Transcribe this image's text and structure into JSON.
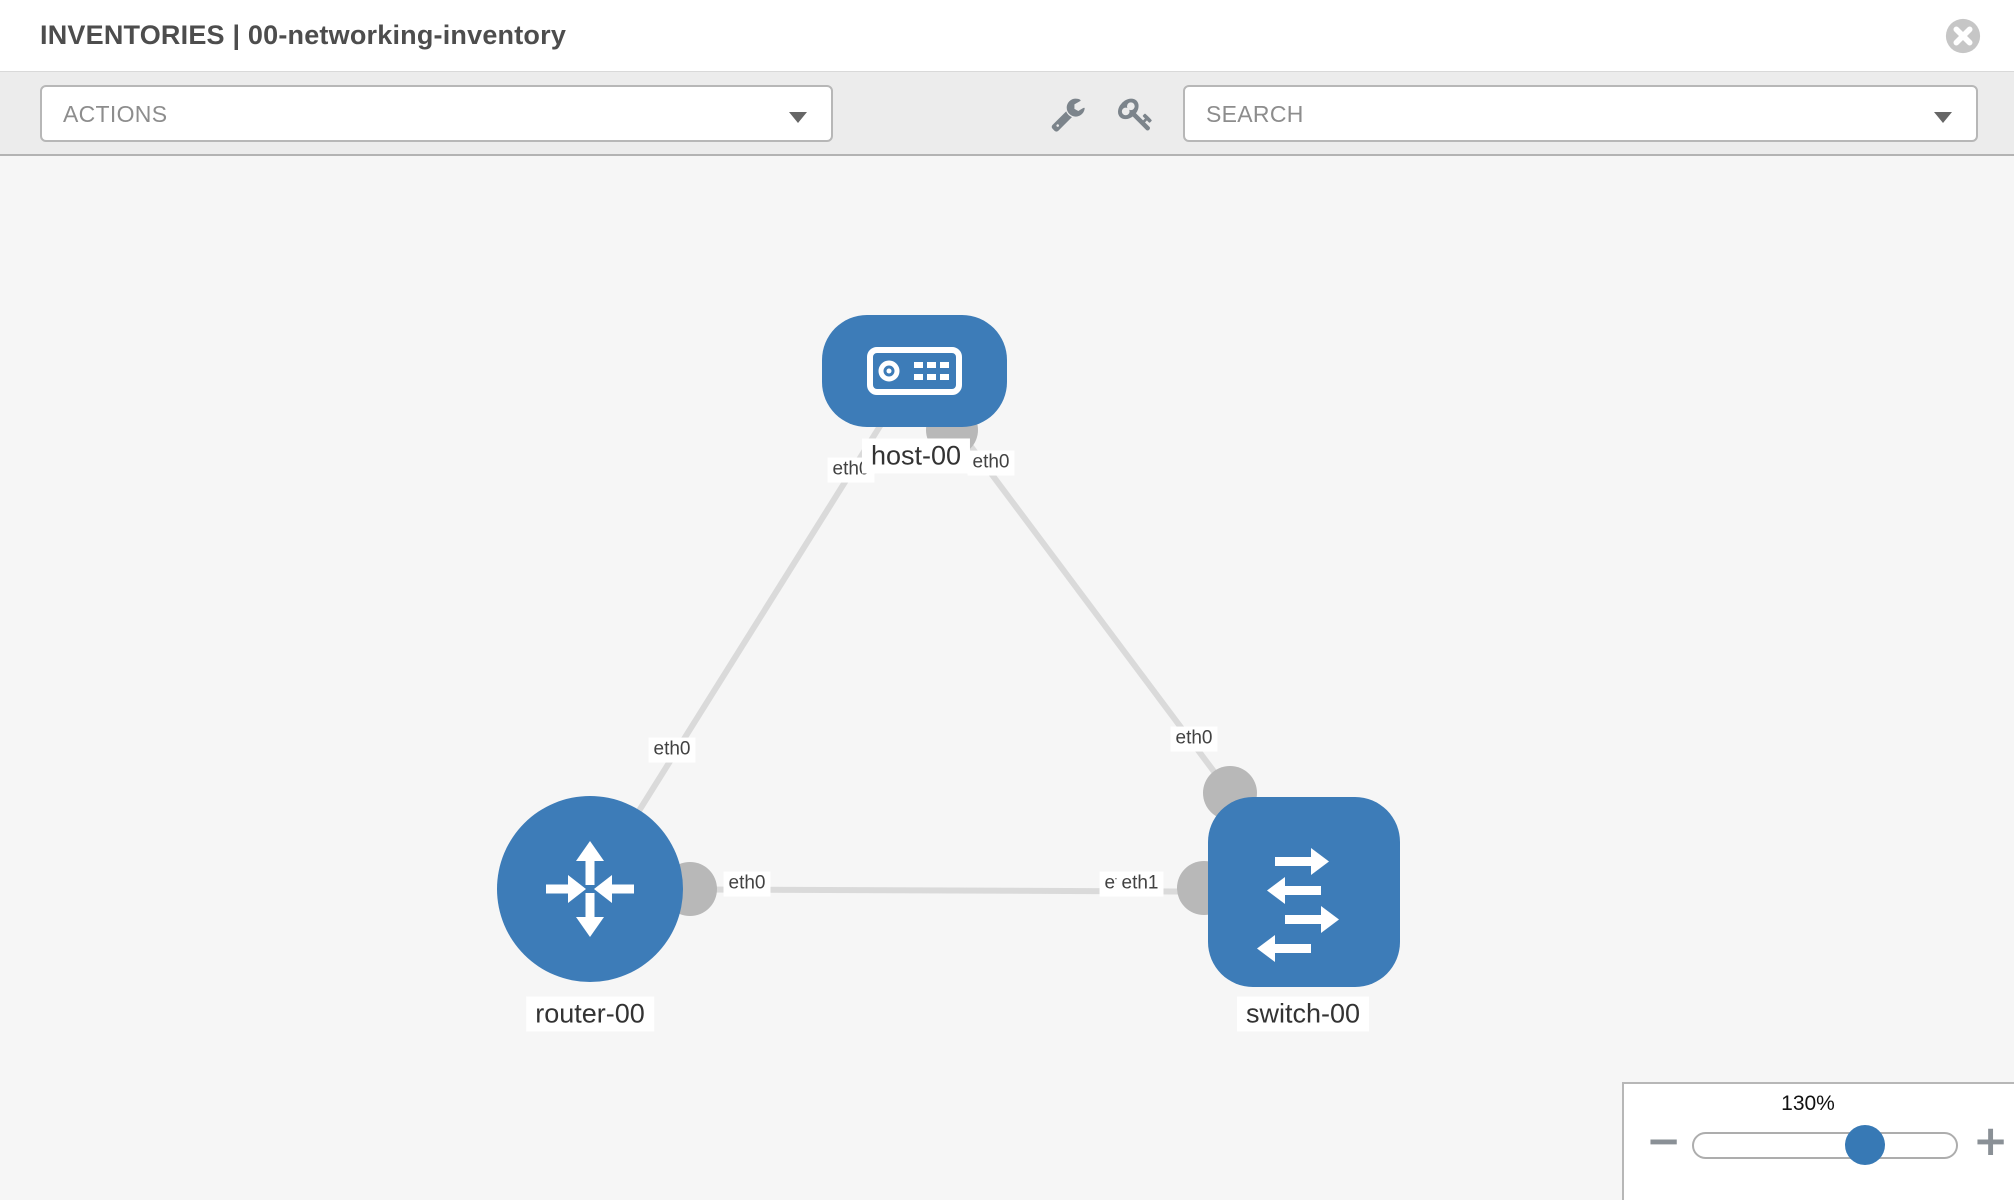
{
  "header": {
    "title": "INVENTORIES | 00-networking-inventory",
    "close_icon": "close-x-circle"
  },
  "toolbar": {
    "actions_label": "ACTIONS",
    "search_label": "SEARCH",
    "wrench_icon": "wrench",
    "key_icon": "key"
  },
  "diagram": {
    "nodes": {
      "host": {
        "label": "host-00",
        "type": "host"
      },
      "router": {
        "label": "router-00",
        "type": "router"
      },
      "switch": {
        "label": "switch-00",
        "type": "switch"
      }
    },
    "links": [
      {
        "from": "host-00",
        "to": "router-00",
        "from_interface": "eth0",
        "to_interface": "eth0"
      },
      {
        "from": "host-00",
        "to": "switch-00",
        "from_interface": "eth0",
        "to_interface": "eth0"
      },
      {
        "from": "router-00",
        "to": "switch-00",
        "from_interface": "eth0",
        "to_interface": "eth1"
      }
    ],
    "interface_labels": {
      "host_to_router": "eth0",
      "host_to_switch": "eth0",
      "router_to_host": "eth0",
      "router_to_switch": "eth0",
      "switch_to_host": "eth0",
      "switch_to_router_under": "eth0",
      "switch_to_router": "eth1"
    }
  },
  "zoom_control": {
    "value": "130%",
    "minus_label": "−",
    "plus_label": "+"
  },
  "colors": {
    "node_blue": "#3d7cb8",
    "port_gray": "#b8b8b8",
    "link_gray": "#dadada",
    "canvas_bg": "#f6f6f6",
    "toolbar_bg": "#ececec",
    "slider_thumb_blue": "#3779b5"
  }
}
